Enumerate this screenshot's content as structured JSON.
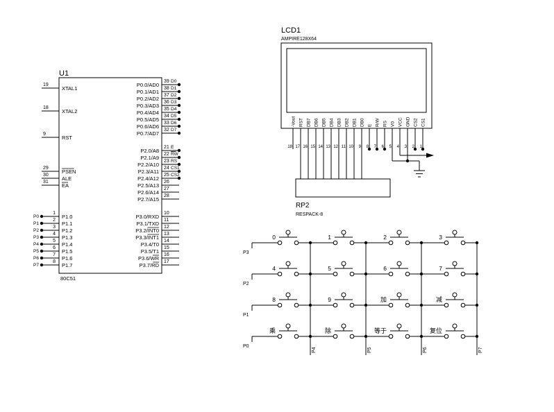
{
  "schematic": {
    "background": "#ffffff",
    "line_color": "#000000"
  },
  "u1": {
    "ref": "U1",
    "part": "80C51",
    "left_pins": [
      {
        "num": "19",
        "name": "XTAL1"
      },
      {
        "num": "18",
        "name": "XTAL2"
      },
      {
        "num": "9",
        "name": "RST"
      },
      {
        "num": "29",
        "name": "PSEN"
      },
      {
        "num": "30",
        "name": "ALE"
      },
      {
        "num": "31",
        "name": "EA"
      },
      {
        "num": "1",
        "name": "P1.0",
        "net": "P0"
      },
      {
        "num": "2",
        "name": "P1.1",
        "net": "P1"
      },
      {
        "num": "3",
        "name": "P1.2",
        "net": "P2"
      },
      {
        "num": "4",
        "name": "P1.3",
        "net": "P3"
      },
      {
        "num": "5",
        "name": "P1.4",
        "net": "P4"
      },
      {
        "num": "6",
        "name": "P1.5",
        "net": "P5"
      },
      {
        "num": "7",
        "name": "P1.6",
        "net": "P6"
      },
      {
        "num": "8",
        "name": "P1.7",
        "net": "P7"
      }
    ],
    "p0_pins": [
      {
        "num": "39",
        "name": "P0.0/AD0",
        "net": "D0"
      },
      {
        "num": "38",
        "name": "P0.1/AD1",
        "net": "D1"
      },
      {
        "num": "37",
        "name": "P0.2/AD2",
        "net": "D2"
      },
      {
        "num": "36",
        "name": "P0.3/AD3",
        "net": "D3"
      },
      {
        "num": "35",
        "name": "P0.4/AD4",
        "net": "D4"
      },
      {
        "num": "34",
        "name": "P0.5/AD5",
        "net": "D5"
      },
      {
        "num": "33",
        "name": "P0.6/AD6",
        "net": "D6"
      },
      {
        "num": "32",
        "name": "P0.7/AD7",
        "net": "D7"
      }
    ],
    "p2_pins": [
      {
        "num": "21",
        "name": "P2.0/A8",
        "net": "E"
      },
      {
        "num": "22",
        "name": "P2.1/A9",
        "net": "RW"
      },
      {
        "num": "23",
        "name": "P2.2/A10",
        "net": "RS"
      },
      {
        "num": "24",
        "name": "P2.3/A11",
        "net": "CS1"
      },
      {
        "num": "25",
        "name": "P2.4/A12",
        "net": "CS2"
      },
      {
        "num": "26",
        "name": "P2.5/A13"
      },
      {
        "num": "27",
        "name": "P2.6/A14"
      },
      {
        "num": "28",
        "name": "P2.7/A15"
      }
    ],
    "p3_pins": [
      {
        "num": "10",
        "name": "P3.0/RXD"
      },
      {
        "num": "11",
        "name": "P3.1/TXD"
      },
      {
        "num": "12",
        "name": "P3.2/INT0"
      },
      {
        "num": "13",
        "name": "P3.3/INT1"
      },
      {
        "num": "14",
        "name": "P3.4/T0"
      },
      {
        "num": "15",
        "name": "P3.5/T1"
      },
      {
        "num": "16",
        "name": "P3.6/WR"
      },
      {
        "num": "17",
        "name": "P3.7/RD"
      }
    ]
  },
  "lcd": {
    "ref": "LCD1",
    "part": "AMPIRE128X64",
    "pins": [
      {
        "num": "18",
        "name": "-Vout"
      },
      {
        "num": "17",
        "name": "RST"
      },
      {
        "num": "16",
        "name": "DB7"
      },
      {
        "num": "15",
        "name": "DB6"
      },
      {
        "num": "14",
        "name": "DB5"
      },
      {
        "num": "13",
        "name": "DB4"
      },
      {
        "num": "12",
        "name": "DB3"
      },
      {
        "num": "11",
        "name": "DB2"
      },
      {
        "num": "10",
        "name": "DB1"
      },
      {
        "num": "9",
        "name": "DB0"
      },
      {
        "num": "8",
        "name": "E"
      },
      {
        "num": "7",
        "name": "R/W"
      },
      {
        "num": "6",
        "name": "RS"
      },
      {
        "num": "5",
        "name": "V0"
      },
      {
        "num": "4",
        "name": "VCC"
      },
      {
        "num": "3",
        "name": "GND"
      },
      {
        "num": "2",
        "name": "CS2"
      },
      {
        "num": "1",
        "name": "CS1"
      }
    ]
  },
  "rp2": {
    "ref": "RP2",
    "part": "RESPACK-8"
  },
  "keypad": {
    "row_nets": [
      "P3",
      "P2",
      "P1",
      "P0"
    ],
    "col_nets": [
      "P4",
      "P5",
      "P6",
      "P7"
    ],
    "rows": [
      [
        "0",
        "1",
        "2",
        "3"
      ],
      [
        "4",
        "5",
        "6",
        "7"
      ],
      [
        "8",
        "9",
        "加",
        "减"
      ],
      [
        "乘",
        "除",
        "等于",
        "复位"
      ]
    ]
  }
}
